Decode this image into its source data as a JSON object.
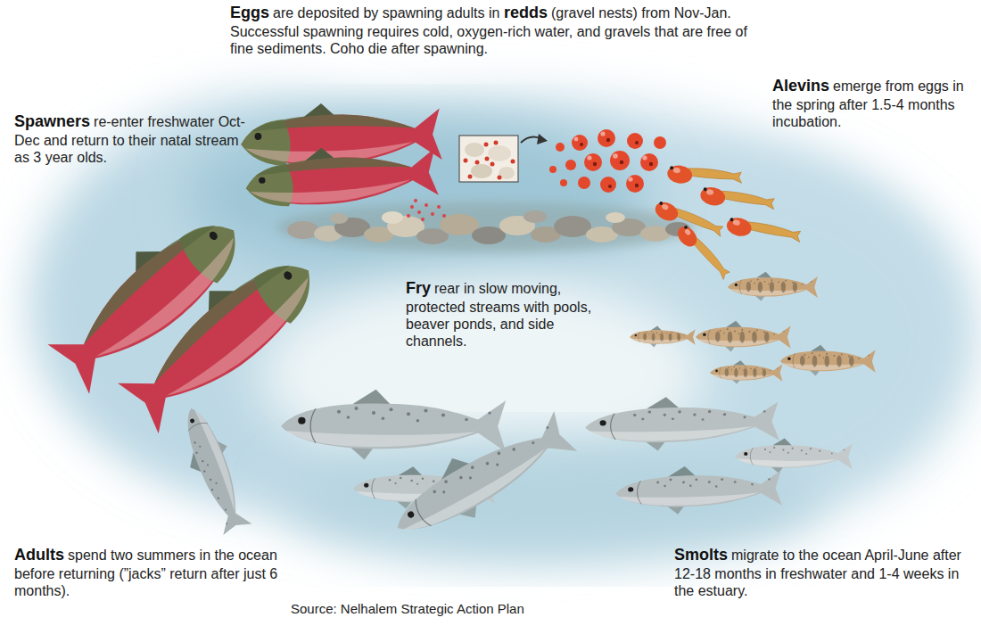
{
  "diagram": {
    "caption": "Source: Nelhalem Strategic Action Plan",
    "labels": [
      "Eggs",
      "are deposited by spawning adults in",
      "redds",
      "(gravel nests) from Nov-Jan. Successful spawning requires cold, oxygen-rich water, and gravels that are free of fine sediments. Coho die after spawning.",
      "Spawners",
      "re-enter freshwater Oct-Dec and return to their natal stream as 3 year olds.",
      "Alevins",
      "emerge from eggs in the spring after 1.5-4 months incubation.",
      "Fry",
      "rear in slow moving, protected streams with pools, beaver ponds, and side channels.",
      "Adults",
      "spend two summers in the ocean before returning (”jacks” return after just 6 months).",
      "Smolts",
      "migrate to the ocean April-June after 12-18 months in freshwater and 1-4 weeks in the estuary."
    ]
  }
}
